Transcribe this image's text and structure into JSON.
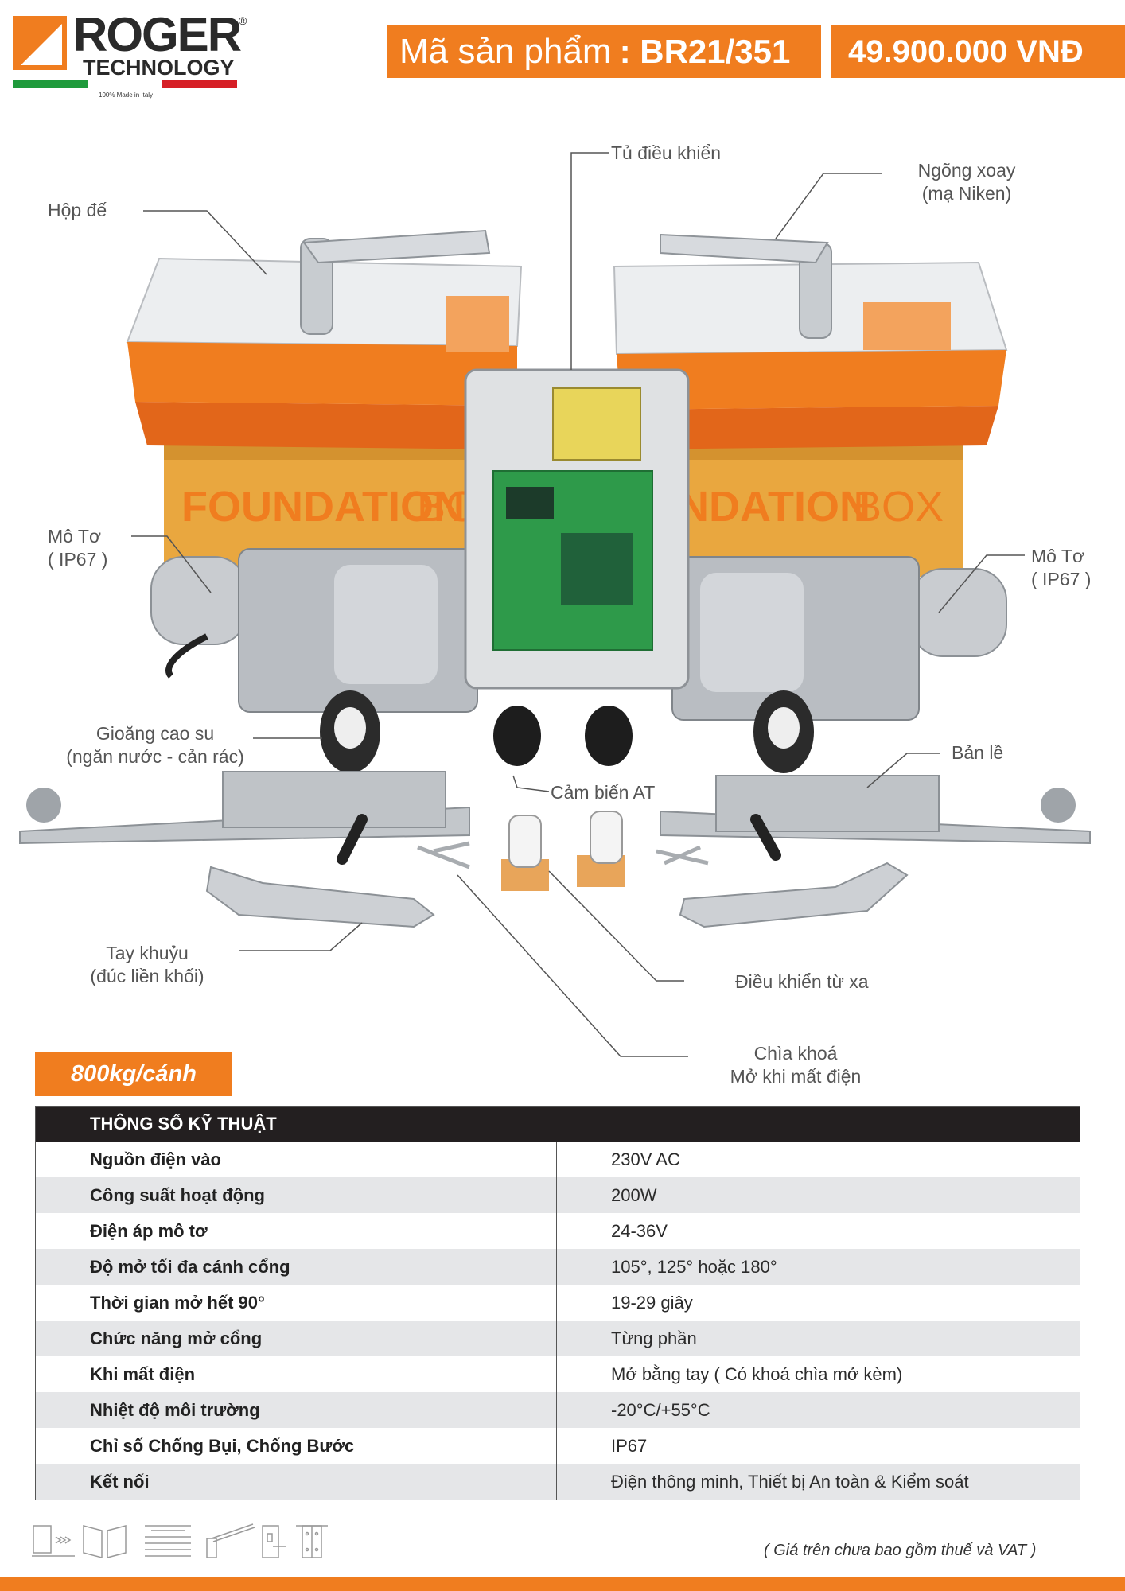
{
  "brand": {
    "name": "ROGER",
    "registered": "®",
    "subtitle": "TECHNOLOGY",
    "made_in": "100% Made in Italy",
    "colors": {
      "orange": "#f07d1f",
      "green": "#1f9a3c",
      "red": "#d61f26"
    }
  },
  "header": {
    "code_label": "Mã sản phẩm",
    "code_value": ": BR21/351",
    "price": "49.900.000 VNĐ"
  },
  "callouts": {
    "control_box": "Tủ điều khiển",
    "pivot_line1": "Ngõng xoay",
    "pivot_line2": "(mạ Niken)",
    "base_box": "Hộp đế",
    "motor_left_line1": "Mô Tơ",
    "motor_left_line2": "( IP67 )",
    "motor_right_line1": "Mô Tơ",
    "motor_right_line2": "( IP67 )",
    "gasket_line1": "Gioăng cao su",
    "gasket_line2": "(ngăn nước - cản rác)",
    "hinge": "Bản lề",
    "sensor": "Cảm biến AT",
    "crank_line1": "Tay khuỷu",
    "crank_line2": "(đúc liền khối)",
    "remote": "Điều khiển từ xa",
    "key_line1": "Chìa khoá",
    "key_line2": "Mở khi mất điện"
  },
  "box_print": {
    "left": "FOUNDATION",
    "left_box": "BOX",
    "right": "NDATION",
    "right_box": "BOX"
  },
  "weight_tag": "800kg/cánh",
  "spec_table": {
    "title": "THÔNG SỐ KỸ THUẬT",
    "rows": [
      {
        "key": "Nguồn điện vào",
        "value": "230V AC"
      },
      {
        "key": "Công suất hoạt động",
        "value": "200W"
      },
      {
        "key": "Điện áp mô tơ",
        "value": "24-36V"
      },
      {
        "key": "Độ mở tối đa cánh cổng",
        "value": "105°, 125° hoặc 180°"
      },
      {
        "key": "Thời gian mở hết 90°",
        "value": "19-29 giây"
      },
      {
        "key": "Chức năng mở cổng",
        "value": "Từng phần"
      },
      {
        "key": "Khi mất điện",
        "value": "Mở bằng tay ( Có khoá chìa mở kèm)"
      },
      {
        "key": "Nhiệt độ môi trường",
        "value": "-20°C/+55°C"
      },
      {
        "key": "Chỉ số Chống Bụi, Chống Bước",
        "value": "IP67"
      },
      {
        "key": "Kết nối",
        "value": "Điện thông minh, Thiết bị An toàn & Kiểm soát"
      }
    ]
  },
  "footer": {
    "note": "( Giá trên chưa bao gồm thuế và VAT )",
    "gate_icons": [
      "sliding-gate-icon",
      "swing-gate-icon",
      "garage-door-icon",
      "barrier-icon",
      "door-lock-icon",
      "hinge-icon"
    ]
  }
}
